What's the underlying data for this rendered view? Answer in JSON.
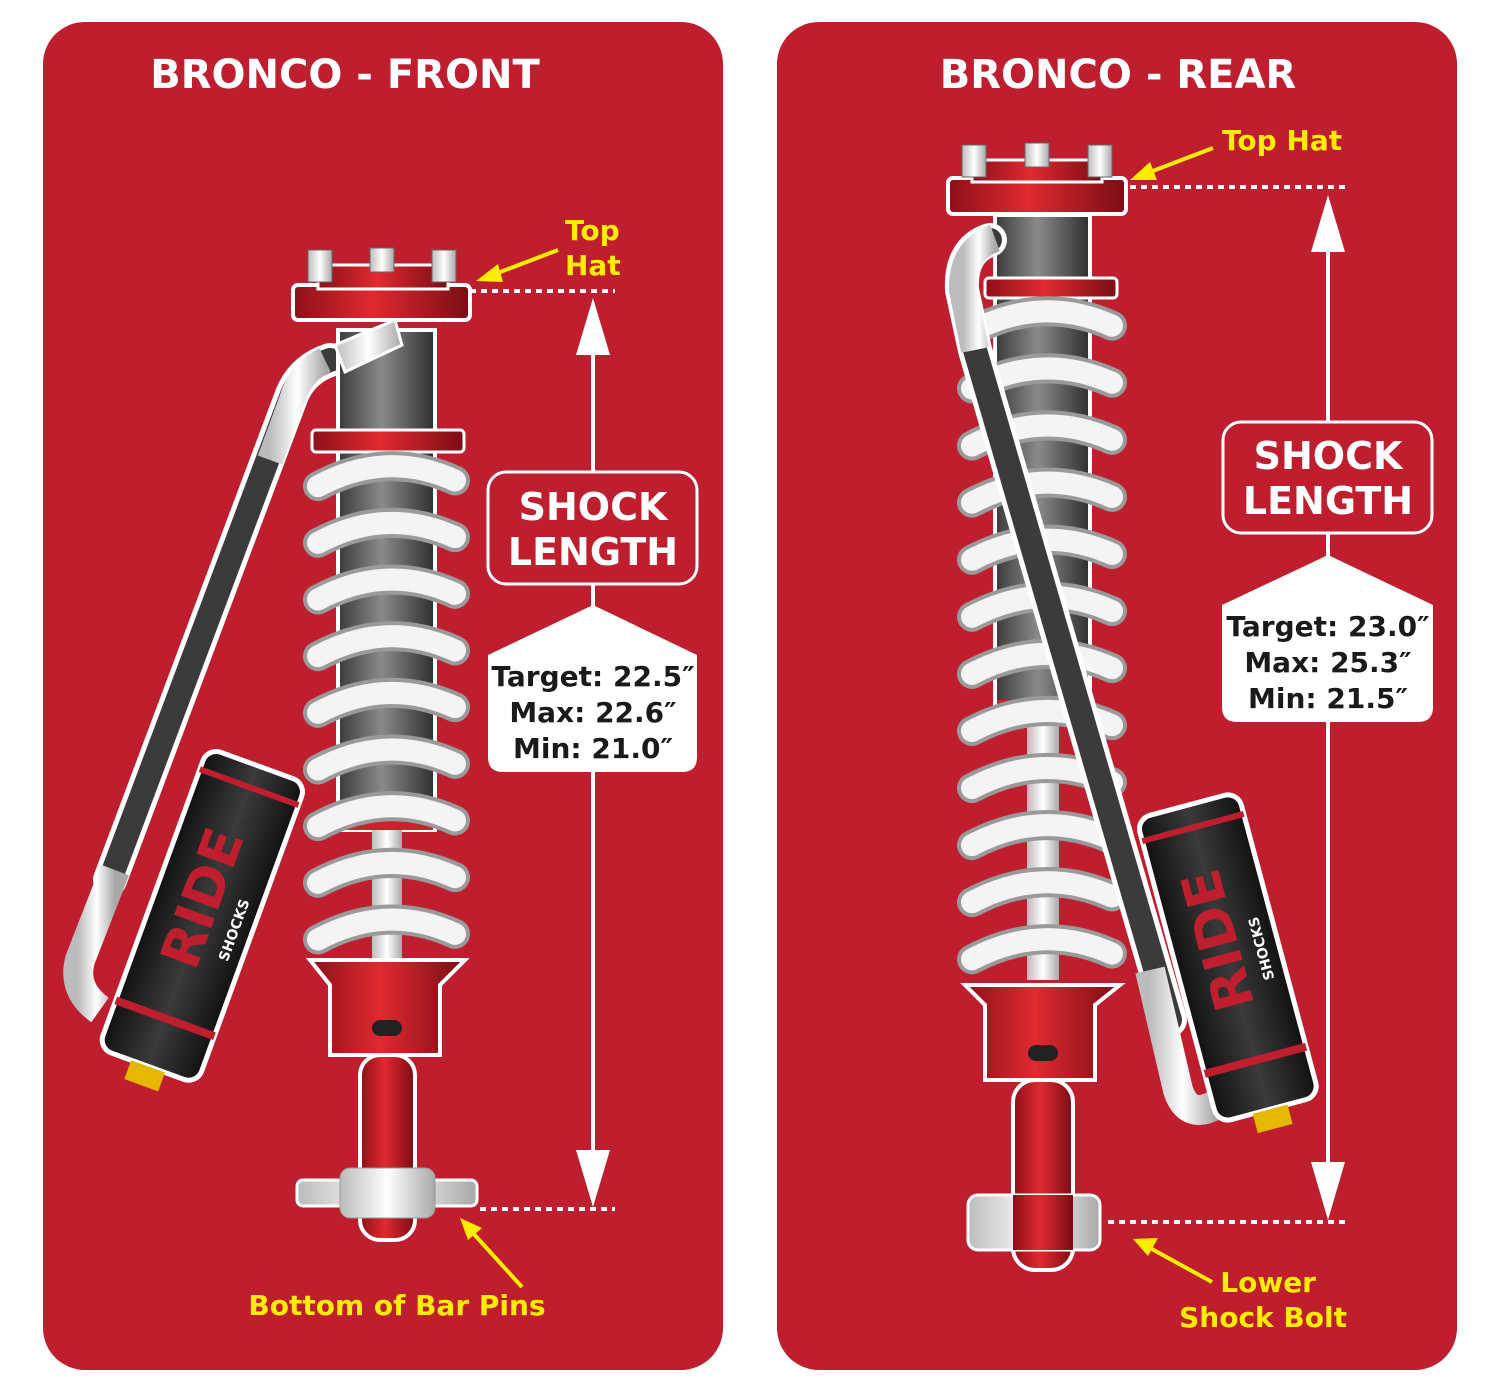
{
  "colors": {
    "panel": "#be1e2d",
    "label": "#ffed00",
    "text_dark": "#1a1a1a",
    "white": "#ffffff"
  },
  "front": {
    "title": "BRONCO - FRONT",
    "top_label_line1": "Top",
    "top_label_line2": "Hat",
    "bottom_label": "Bottom of Bar Pins",
    "box_line1": "SHOCK",
    "box_line2": "LENGTH",
    "target": "Target: 22.5″",
    "max": "Max: 22.6″",
    "min": "Min: 21.0″",
    "brand": "RIDE",
    "brand_sub": "SHOCKS"
  },
  "rear": {
    "title": "BRONCO - REAR",
    "top_label": "Top Hat",
    "bottom_label_line1": "Lower",
    "bottom_label_line2": "Shock Bolt",
    "box_line1": "SHOCK",
    "box_line2": "LENGTH",
    "target": "Target: 23.0″",
    "max": "Max: 25.3″",
    "min": "Min: 21.5″",
    "brand": "RIDE",
    "brand_sub": "SHOCKS"
  }
}
